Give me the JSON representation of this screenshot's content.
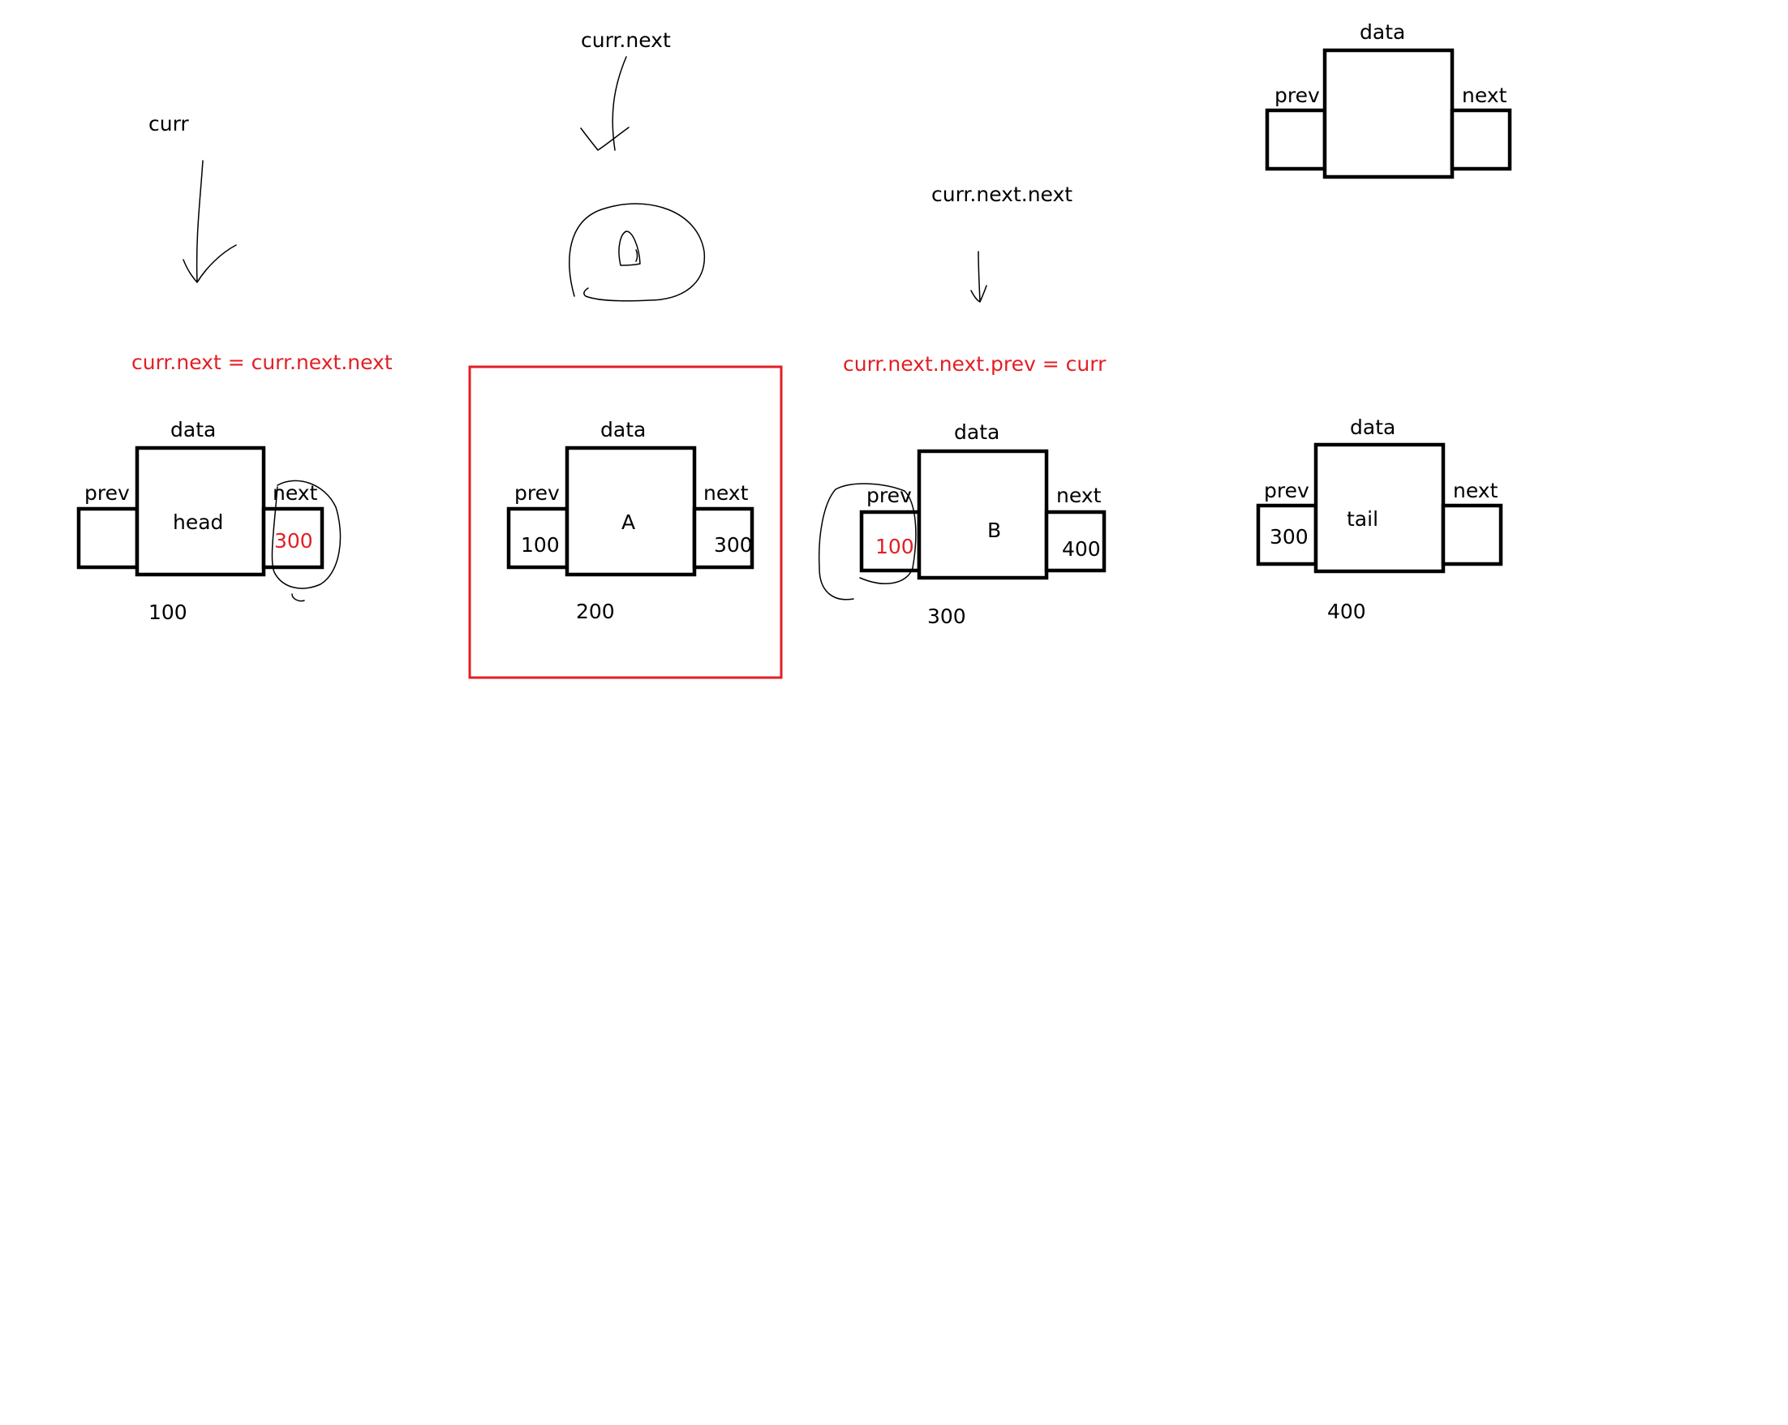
{
  "colors": {
    "ink": "#000000",
    "highlight": "#e31e24",
    "background": "#ffffff"
  },
  "pointers": {
    "curr": "curr",
    "curr_next": "curr.next",
    "curr_next_next": "curr.next.next"
  },
  "steps": {
    "step1": "curr.next = curr.next.next",
    "step2": "curr.next.next.prev = curr"
  },
  "legend": {
    "data": "data",
    "prev": "prev",
    "next": "next"
  },
  "nodes": [
    {
      "name": "head",
      "data_label": "data",
      "prev_label": "prev",
      "next_label": "next",
      "value": "head",
      "prev_value": "",
      "next_value": "300",
      "address": "100"
    },
    {
      "name": "A",
      "data_label": "data",
      "prev_label": "prev",
      "next_label": "next",
      "value": "A",
      "prev_value": "100",
      "next_value": "300",
      "address": "200"
    },
    {
      "name": "B",
      "data_label": "data",
      "prev_label": "prev",
      "next_label": "next",
      "value": "B",
      "prev_value": "100",
      "next_value": "400",
      "address": "300"
    },
    {
      "name": "tail",
      "data_label": "data",
      "prev_label": "prev",
      "next_label": "next",
      "value": "tail",
      "prev_value": "300",
      "next_value": "",
      "address": "400"
    }
  ]
}
